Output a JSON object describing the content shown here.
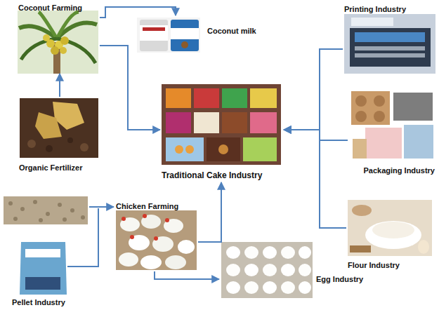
{
  "diagram": {
    "nodes": [
      {
        "text": [
          "Coconut Farming"
        ]
      },
      {
        "text": [
          "Coconut milk"
        ]
      },
      {
        "text": [
          "Printing Industry"
        ]
      },
      {
        "text": [
          "Traditional Cake Industry"
        ]
      },
      {
        "text": [
          "Packaging Industry"
        ]
      },
      {
        "text": [
          "Organic Fertilizer"
        ]
      },
      {
        "text": [
          "Chicken Farming"
        ]
      },
      {
        "text": [
          "Flour Industry"
        ]
      },
      {
        "text": [
          "Egg Industry"
        ]
      },
      {
        "text": [
          "Pellet Industry"
        ]
      }
    ],
    "edges": [
      {
        "from": 0,
        "to": 1,
        "arrow": "to"
      },
      {
        "from": 0,
        "to": 3,
        "arrow": "to"
      },
      {
        "from": 2,
        "to": 3,
        "arrow": "to"
      },
      {
        "from": 4,
        "to": 3,
        "arrow": "to"
      },
      {
        "from": 5,
        "to": 0,
        "arrow": "to"
      },
      {
        "from": 7,
        "to": 3,
        "arrow": "to"
      },
      {
        "from": 9,
        "to": 6,
        "arrow": "to"
      },
      {
        "from": 6,
        "to": 3,
        "arrow": "to"
      },
      {
        "from": 6,
        "to": 8,
        "arrow": "to"
      }
    ]
  }
}
